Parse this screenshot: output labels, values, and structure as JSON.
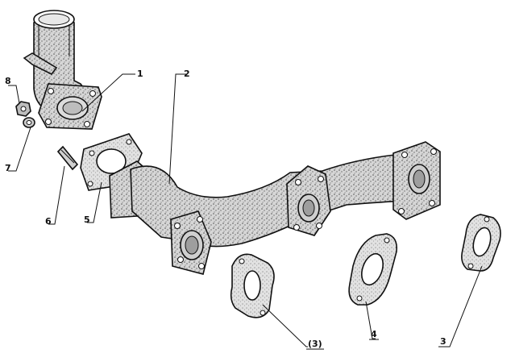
{
  "figure": {
    "callouts": [
      {
        "id": "c1",
        "text": "1"
      },
      {
        "id": "c2",
        "text": "2"
      },
      {
        "id": "c3",
        "text": "3"
      },
      {
        "id": "c3p",
        "text": "(3)"
      },
      {
        "id": "c4",
        "text": "4"
      },
      {
        "id": "c5",
        "text": "5"
      },
      {
        "id": "c6",
        "text": "6"
      },
      {
        "id": "c7",
        "text": "7"
      },
      {
        "id": "c8",
        "text": "8"
      }
    ]
  },
  "colors": {
    "ink": "#111111",
    "body_fill": "#cfcfcf",
    "gasket_fill": "#d9d9d9",
    "paper": "#ffffff"
  }
}
